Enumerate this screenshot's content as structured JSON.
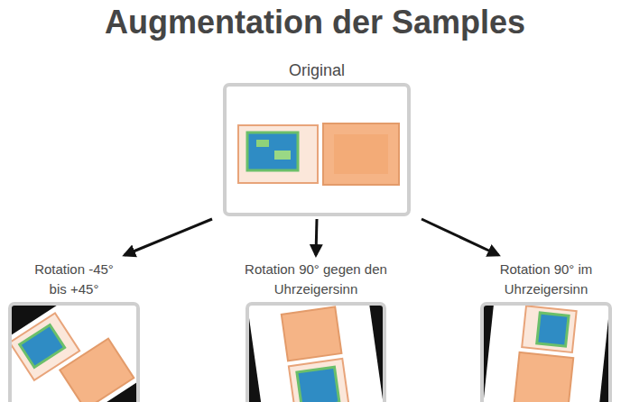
{
  "diagram": {
    "title": "Augmentation der Samples",
    "nodes": [
      {
        "text": [
          "Original"
        ]
      },
      {
        "text": [
          "Rotation -45° bis +45°"
        ]
      },
      {
        "text": [
          "Rotation 90° gegen den Uhrzeigersinn"
        ]
      },
      {
        "text": [
          "Rotation 90° im Uhrzeigersinn"
        ]
      }
    ],
    "edges": [
      {
        "from": 0,
        "to": 1,
        "arrow": "to"
      },
      {
        "from": 0,
        "to": 2,
        "arrow": "to"
      },
      {
        "from": 0,
        "to": 3,
        "arrow": "to"
      }
    ]
  }
}
